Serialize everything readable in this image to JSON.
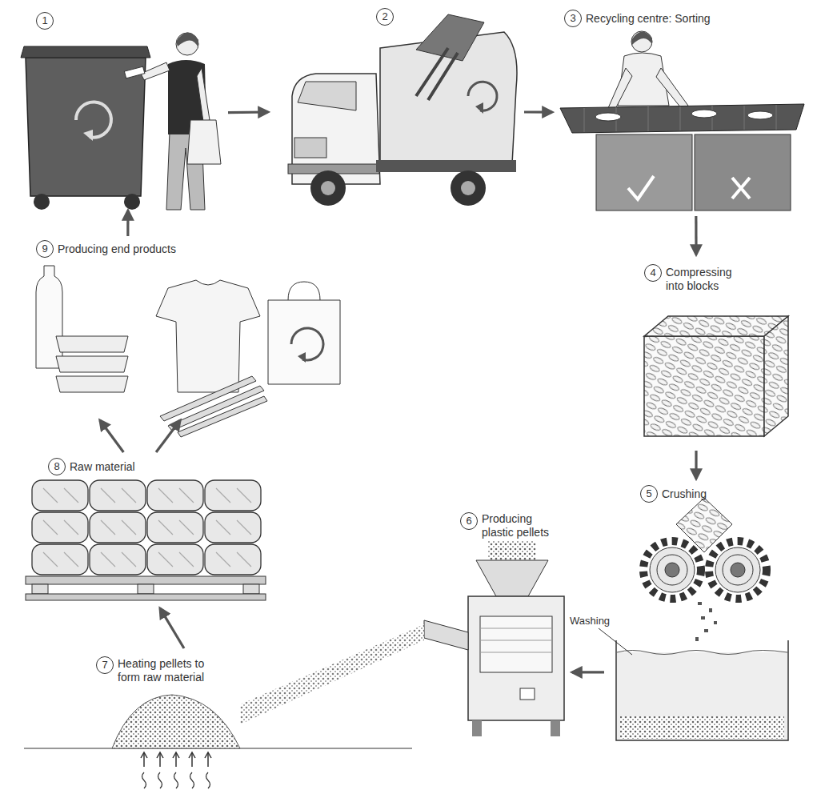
{
  "diagram": {
    "nodes": [
      {
        "text": [
          "1"
        ]
      },
      {
        "text": [
          "2"
        ]
      },
      {
        "text": [
          "3",
          "Recycling centre: Sorting"
        ]
      },
      {
        "text": [
          "4",
          "Compressing into blocks"
        ]
      },
      {
        "text": [
          "5",
          "Crushing"
        ]
      },
      {
        "text": [
          "6",
          "Producing plastic pellets"
        ]
      },
      {
        "text": [
          "7",
          "Heating pellets to form raw material"
        ]
      },
      {
        "text": [
          "8",
          "Raw material"
        ]
      },
      {
        "text": [
          "9",
          "Producing end products"
        ]
      }
    ],
    "edges": [
      {
        "from": 0,
        "to": 1,
        "arrow": "to"
      },
      {
        "from": 1,
        "to": 2,
        "arrow": "to"
      },
      {
        "from": 2,
        "to": 3,
        "arrow": "to"
      },
      {
        "from": 3,
        "to": 4,
        "arrow": "to"
      },
      {
        "from": 4,
        "to": 5,
        "arrow": "to"
      },
      {
        "from": 6,
        "to": 7,
        "arrow": "to"
      },
      {
        "from": 7,
        "to": 8,
        "arrow": "to"
      },
      {
        "from": 7,
        "to": 8,
        "arrow": "to"
      },
      {
        "from": 8,
        "to": 0,
        "arrow": "to"
      }
    ],
    "labels": [
      "Washing"
    ]
  }
}
